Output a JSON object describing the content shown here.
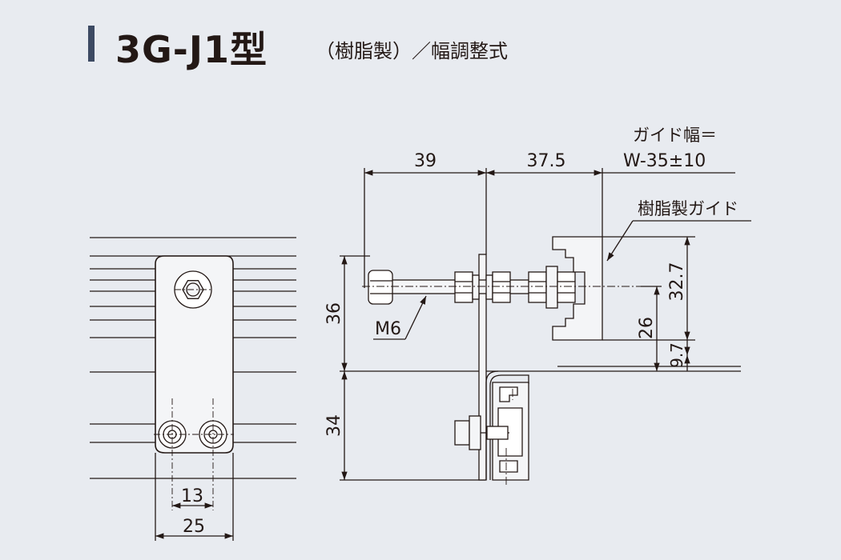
{
  "title": {
    "model": "3G-J1型",
    "subtitle": "（樹脂製）／幅調整式"
  },
  "front_view": {
    "dim_hole_pitch": "13",
    "dim_bracket_width": "25"
  },
  "side_view": {
    "dim_top_left": "39",
    "dim_top_right": "37.5",
    "guide_width_line1": "ガイド幅＝",
    "guide_width_line2": "W-35±10",
    "guide_callout": "樹脂製ガイド",
    "dim_upper_height": "36",
    "dim_lower_height": "34",
    "bolt_label": "M6",
    "dim_guide_height": "32.7",
    "dim_guide_center": "26",
    "dim_guide_offset": "9.7"
  },
  "colors": {
    "background": "#e8ebf0",
    "title_bar": "#3d4a63",
    "line": "#231815",
    "part_fill": "#f4f5f7"
  }
}
